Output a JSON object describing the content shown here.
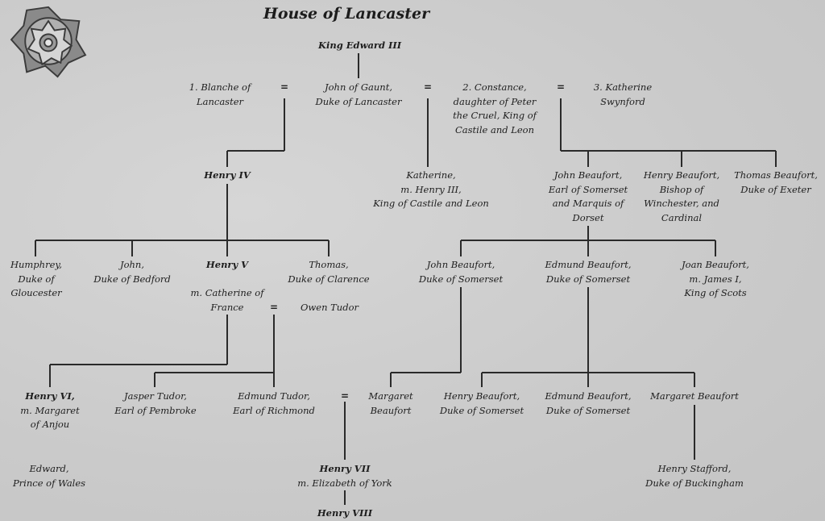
{
  "title": "House of Lancaster",
  "nodes": {
    "edward3": "King Edward III",
    "blanche": [
      "1. Blanche of",
      "Lancaster"
    ],
    "gaunt": [
      "John of Gaunt,",
      "Duke of Lancaster"
    ],
    "constance": [
      "2. Constance,",
      "daughter of Peter",
      "the Cruel, King of",
      "Castile and Leon"
    ],
    "katherine_s": [
      "3. Katherine",
      "Swynford"
    ],
    "henry4": "Henry IV",
    "katherine_c": [
      "Katherine,",
      "m. Henry III,",
      "King of Castile and Leon"
    ],
    "jbeaufort1": [
      "John Beaufort,",
      "Earl of Somerset",
      "and Marquis of",
      "Dorset"
    ],
    "hbeaufort_bishop": [
      "Henry Beaufort,",
      "Bishop of",
      "Winchester, and",
      "Cardinal"
    ],
    "thomas_beaufort": [
      "Thomas Beaufort,",
      "Duke of Exeter"
    ],
    "humphrey": [
      "Humphrey,",
      "Duke of",
      "Gloucester"
    ],
    "john_bedford": [
      "John,",
      "Duke of Bedford"
    ],
    "henry5": "Henry V",
    "catherine": [
      "m. Catherine of",
      "France"
    ],
    "thomas_clarence": [
      "Thomas,",
      "Duke of Clarence"
    ],
    "owen": "Owen Tudor",
    "jbeaufort2": [
      "John Beaufort,",
      "Duke of Somerset"
    ],
    "edmund_b1": [
      "Edmund Beaufort,",
      "Duke of Somerset"
    ],
    "joan": [
      "Joan Beaufort,",
      "m. James I,",
      "King of Scots"
    ],
    "henry6_name": "Henry VI,",
    "henry6": [
      "m. Margaret",
      "of Anjou"
    ],
    "jasper": [
      "Jasper Tudor,",
      "Earl of Pembroke"
    ],
    "edmund_tudor": [
      "Edmund Tudor,",
      "Earl of Richmond"
    ],
    "margaret_b1": [
      "Margaret",
      "Beaufort"
    ],
    "henry_b2": [
      "Henry Beaufort,",
      "Duke of Somerset"
    ],
    "edmund_b2": [
      "Edmund Beaufort,",
      "Duke of Somerset"
    ],
    "margaret_b2": "Margaret Beaufort",
    "edward_wales": [
      "Edward,",
      "Prince of Wales"
    ],
    "henry7_name": "Henry VII",
    "henry7": "m. Elizabeth of York",
    "stafford": [
      "Henry Stafford,",
      "Duke of Buckingham"
    ],
    "henry8": "Henry VIII"
  },
  "marriage_sign": "=",
  "emblem": "tudor-rose-icon"
}
